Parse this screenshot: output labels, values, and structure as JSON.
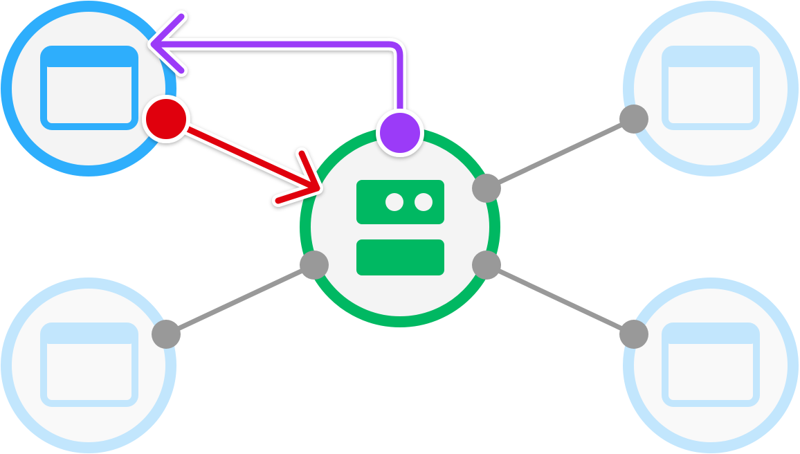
{
  "colors": {
    "active_app": "#2eaefc",
    "inactive_app": "#c2e6fd",
    "app_fill_active": "#f4f4f4",
    "app_fill_inactive": "#f9f9f9",
    "agent": "#00b862",
    "agent_fill": "#f4f4f4",
    "connector": "#999999",
    "response_arrow": "#9b3af8",
    "request_arrow": "#e0000f"
  },
  "nodes": {
    "agent": {
      "icon": "robot-icon"
    },
    "apps": [
      {
        "icon": "app-window-icon",
        "state": "active"
      },
      {
        "icon": "app-window-icon",
        "state": "inactive"
      },
      {
        "icon": "app-window-icon",
        "state": "inactive"
      },
      {
        "icon": "app-window-icon",
        "state": "inactive"
      }
    ]
  }
}
